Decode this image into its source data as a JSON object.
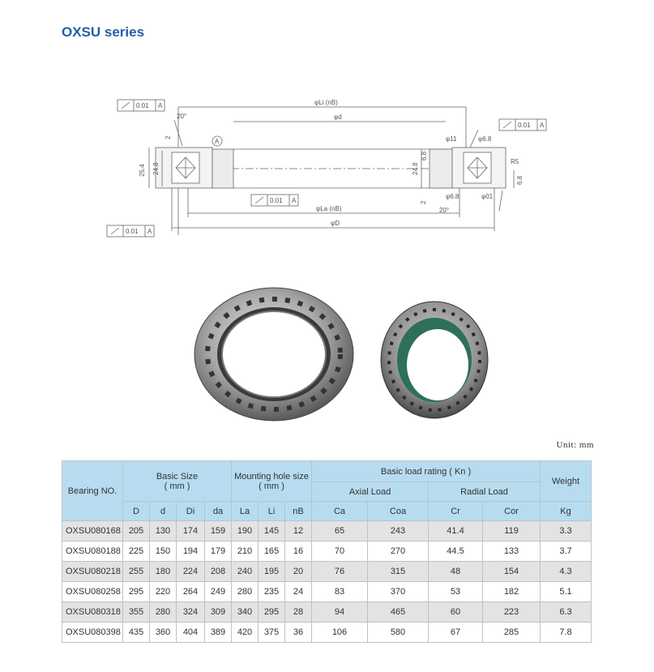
{
  "title": "OXSU series",
  "drawing": {
    "tolerance": "0.01",
    "datum": "A",
    "labels": {
      "li": "φLi (nB)",
      "d": "φd",
      "la": "φLa (nB)",
      "D": "φD",
      "angle": "20°",
      "angle2": "20°",
      "h_outer": "25.4",
      "h_inner": "24.8",
      "h_right": "24.8",
      "d11": "φ11",
      "d68_top": "φ6.8",
      "d68_bot": "φ6.8",
      "d01": "φ01",
      "r5": "R5",
      "v68_top": "6.8",
      "v68_r": "6.8",
      "two_top": "2",
      "two_bot": "2"
    }
  },
  "unit": "Unit: mm",
  "table": {
    "header": {
      "bearing_no": "Bearing NO.",
      "basic_size": "Basic Size",
      "basic_size_unit": "( mm )",
      "mounting": "Mounting hole size",
      "mounting_unit": "( mm )",
      "load": "Basic load rating ( Kn )",
      "axial": "Axial Load",
      "radial": "Radial Load",
      "weight": "Weight",
      "cols": [
        "D",
        "d",
        "Di",
        "da",
        "La",
        "Li",
        "nB",
        "Ca",
        "Coa",
        "Cr",
        "Cor",
        "Kg"
      ]
    },
    "rows": [
      [
        "OXSU080168",
        "205",
        "130",
        "174",
        "159",
        "190",
        "145",
        "12",
        "65",
        "243",
        "41.4",
        "119",
        "3.3"
      ],
      [
        "OXSU080188",
        "225",
        "150",
        "194",
        "179",
        "210",
        "165",
        "16",
        "70",
        "270",
        "44.5",
        "133",
        "3.7"
      ],
      [
        "OXSU080218",
        "255",
        "180",
        "224",
        "208",
        "240",
        "195",
        "20",
        "76",
        "315",
        "48",
        "154",
        "4.3"
      ],
      [
        "OXSU080258",
        "295",
        "220",
        "264",
        "249",
        "280",
        "235",
        "24",
        "83",
        "370",
        "53",
        "182",
        "5.1"
      ],
      [
        "OXSU080318",
        "355",
        "280",
        "324",
        "309",
        "340",
        "295",
        "28",
        "94",
        "465",
        "60",
        "223",
        "6.3"
      ],
      [
        "OXSU080398",
        "435",
        "360",
        "404",
        "389",
        "420",
        "375",
        "36",
        "106",
        "580",
        "67",
        "285",
        "7.8"
      ]
    ]
  }
}
